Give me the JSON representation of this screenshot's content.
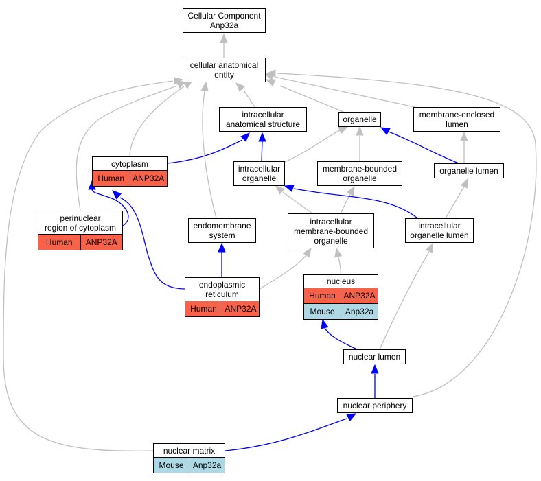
{
  "colors": {
    "is_a_edge": "#c0c0c0",
    "part_of_edge": "#0000ff",
    "human_cell": "#fa6149",
    "mouse_cell": "#add8e6"
  },
  "nodes": {
    "root": {
      "lines": [
        "Cellular Component",
        "Anp32a"
      ]
    },
    "cae": {
      "lines": [
        "cellular anatomical",
        "entity"
      ]
    },
    "ias": {
      "lines": [
        "intracellular",
        "anatomical structure"
      ]
    },
    "organelle": {
      "lines": [
        "organelle"
      ]
    },
    "mel": {
      "lines": [
        "membrane-enclosed",
        "lumen"
      ]
    },
    "cytoplasm": {
      "lines": [
        "cytoplasm"
      ],
      "rows": [
        [
          "Human",
          "ANP32A"
        ]
      ]
    },
    "io": {
      "lines": [
        "intracellular",
        "organelle"
      ]
    },
    "mbo": {
      "lines": [
        "membrane-bounded",
        "organelle"
      ]
    },
    "ol": {
      "lines": [
        "organelle lumen"
      ]
    },
    "prc": {
      "lines": [
        "perinuclear",
        "region of cytoplasm"
      ],
      "rows": [
        [
          "Human",
          "ANP32A"
        ]
      ]
    },
    "ems": {
      "lines": [
        "endomembrane",
        "system"
      ]
    },
    "imbo": {
      "lines": [
        "intracellular",
        "membrane-bounded",
        "organelle"
      ]
    },
    "iol": {
      "lines": [
        "intracellular",
        "organelle lumen"
      ]
    },
    "er": {
      "lines": [
        "endoplasmic",
        "reticulum"
      ],
      "rows": [
        [
          "Human",
          "ANP32A"
        ]
      ]
    },
    "nucleus": {
      "lines": [
        "nucleus"
      ],
      "rows": [
        [
          "Human",
          "ANP32A"
        ],
        [
          "Mouse",
          "Anp32a"
        ]
      ]
    },
    "nl": {
      "lines": [
        "nuclear lumen"
      ]
    },
    "np": {
      "lines": [
        "nuclear periphery"
      ]
    },
    "nm": {
      "lines": [
        "nuclear matrix"
      ],
      "rows": [
        [
          "Mouse",
          "Anp32a"
        ]
      ]
    }
  },
  "edges": [
    {
      "from": "cae",
      "to": "root",
      "kind": "is_a"
    },
    {
      "from": "ias",
      "to": "cae",
      "kind": "is_a"
    },
    {
      "from": "organelle",
      "to": "cae",
      "kind": "is_a"
    },
    {
      "from": "mel",
      "to": "cae",
      "kind": "is_a"
    },
    {
      "from": "cytoplasm",
      "to": "cae",
      "kind": "is_a"
    },
    {
      "from": "cytoplasm",
      "to": "ias",
      "kind": "part_of"
    },
    {
      "from": "io",
      "to": "ias",
      "kind": "part_of"
    },
    {
      "from": "io",
      "to": "organelle",
      "kind": "is_a"
    },
    {
      "from": "mbo",
      "to": "organelle",
      "kind": "is_a"
    },
    {
      "from": "ol",
      "to": "organelle",
      "kind": "part_of"
    },
    {
      "from": "ol",
      "to": "mel",
      "kind": "is_a"
    },
    {
      "from": "prc",
      "to": "cae",
      "kind": "is_a"
    },
    {
      "from": "prc",
      "to": "cytoplasm",
      "kind": "part_of"
    },
    {
      "from": "ems",
      "to": "cae",
      "kind": "is_a"
    },
    {
      "from": "imbo",
      "to": "io",
      "kind": "is_a"
    },
    {
      "from": "imbo",
      "to": "mbo",
      "kind": "is_a"
    },
    {
      "from": "iol",
      "to": "io",
      "kind": "part_of"
    },
    {
      "from": "iol",
      "to": "ol",
      "kind": "is_a"
    },
    {
      "from": "er",
      "to": "ems",
      "kind": "part_of"
    },
    {
      "from": "er",
      "to": "cytoplasm",
      "kind": "part_of"
    },
    {
      "from": "er",
      "to": "imbo",
      "kind": "is_a"
    },
    {
      "from": "nucleus",
      "to": "imbo",
      "kind": "is_a"
    },
    {
      "from": "nl",
      "to": "nucleus",
      "kind": "part_of"
    },
    {
      "from": "nl",
      "to": "iol",
      "kind": "is_a"
    },
    {
      "from": "np",
      "to": "nl",
      "kind": "part_of"
    },
    {
      "from": "np",
      "to": "cae",
      "kind": "is_a"
    },
    {
      "from": "nm",
      "to": "np",
      "kind": "part_of"
    },
    {
      "from": "nm",
      "to": "cae",
      "kind": "is_a"
    }
  ]
}
